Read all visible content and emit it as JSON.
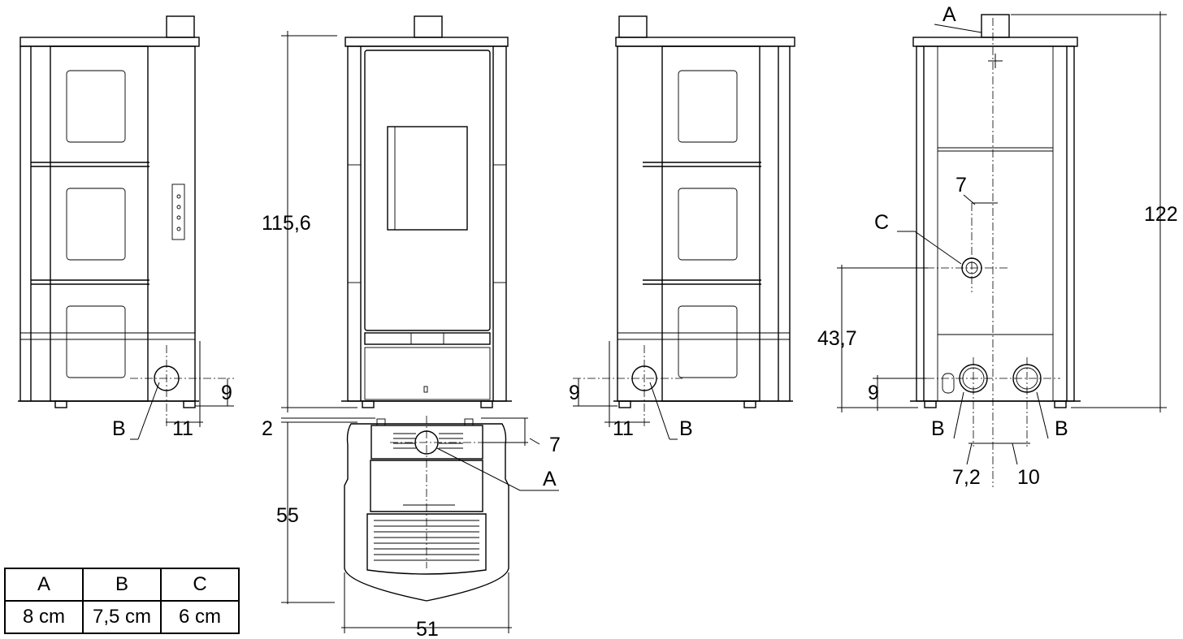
{
  "dimensions": {
    "height_front": "115,6",
    "depth": "55",
    "width": "51",
    "top_offset": "2",
    "outlet_setback": "7",
    "height_total": "122",
    "inlet_height": "43,7",
    "inlet_offset": "7",
    "rear_bottom": "9",
    "rear_spacing_1": "7,2",
    "rear_spacing_2": "10",
    "side_left_height": "9",
    "side_left_offset": "11",
    "side_right_height": "9",
    "side_right_offset": "11"
  },
  "labels": {
    "outlet": "A",
    "connection": "B",
    "inlet": "C"
  },
  "legend": {
    "headers": [
      "A",
      "B",
      "C"
    ],
    "values": [
      "8 cm",
      "7,5 cm",
      "6 cm"
    ]
  }
}
